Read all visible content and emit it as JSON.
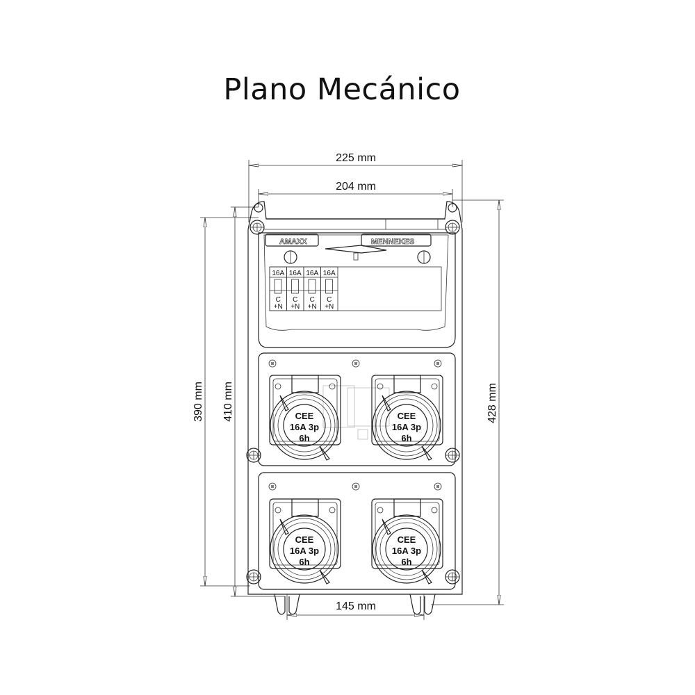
{
  "title": "Plano Mecánico",
  "dimensions": {
    "overall_width": "225 mm",
    "mounting_width": "204 mm",
    "mounting_height": "390 mm",
    "body_height": "410 mm",
    "overall_height": "428 mm",
    "feet_spacing": "145 mm"
  },
  "brands": {
    "left": "AMAXX",
    "right": "MENNEKES"
  },
  "breakers": [
    {
      "rating": "16A",
      "curve": "C",
      "pole": "+N"
    },
    {
      "rating": "16A",
      "curve": "C",
      "pole": "+N"
    },
    {
      "rating": "16A",
      "curve": "C",
      "pole": "+N"
    },
    {
      "rating": "16A",
      "curve": "C",
      "pole": "+N"
    }
  ],
  "sockets": [
    {
      "type": "CEE",
      "spec": "16A  3p",
      "clock": "6h"
    },
    {
      "type": "CEE",
      "spec": "16A  3p",
      "clock": "6h"
    },
    {
      "type": "CEE",
      "spec": "16A  3p",
      "clock": "6h"
    },
    {
      "type": "CEE",
      "spec": "16A  3p",
      "clock": "6h"
    }
  ],
  "colors": {
    "line": "#222222",
    "background": "#ffffff"
  }
}
